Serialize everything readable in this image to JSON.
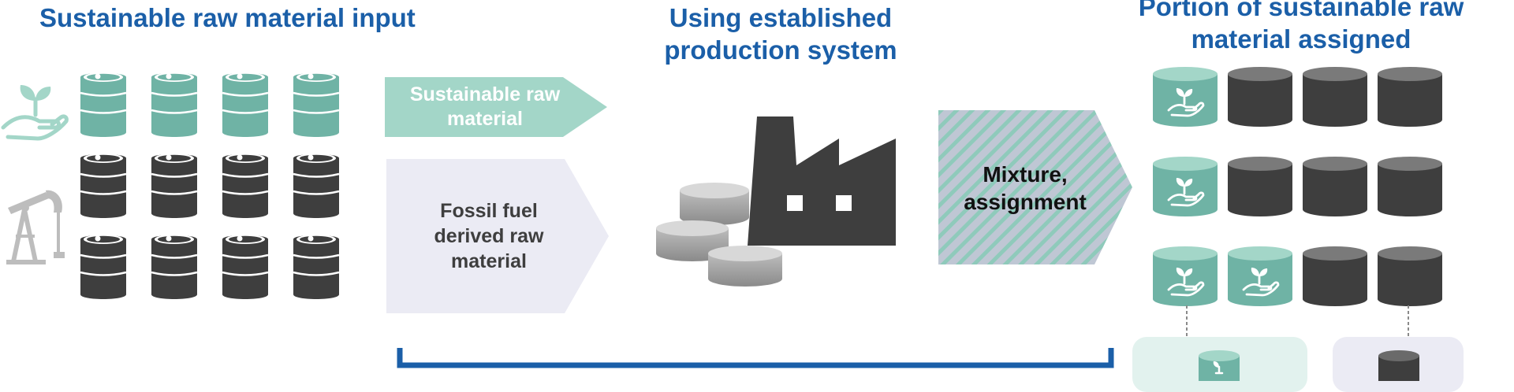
{
  "headings": {
    "input": "Sustainable raw material input",
    "process": "Using established production system",
    "output": "Portion of sustainable raw material assigned"
  },
  "arrows": {
    "sustainable": "Sustainable raw material",
    "fossil": "Fossil fuel derived raw material",
    "mixture": "Mixture, assignment"
  },
  "colors": {
    "brand_blue": "#1b5fa8",
    "sustainable_green": "#6fb3a5",
    "sustainable_light": "#a3d6c8",
    "fossil_dark": "#3e3e3e",
    "fossil_panel": "#ebebf4"
  },
  "icons": {
    "sustainable_source": "hand-with-seedling-icon",
    "fossil_source": "oil-pumpjack-icon",
    "process": "factory-icon"
  },
  "barrels": {
    "sustainable_rows": 1,
    "fossil_rows": 2,
    "per_row": 4
  },
  "output_grid": [
    [
      "sustainable",
      "fossil",
      "fossil",
      "fossil"
    ],
    [
      "sustainable",
      "fossil",
      "fossil",
      "fossil"
    ],
    [
      "sustainable",
      "sustainable",
      "fossil",
      "fossil"
    ]
  ]
}
